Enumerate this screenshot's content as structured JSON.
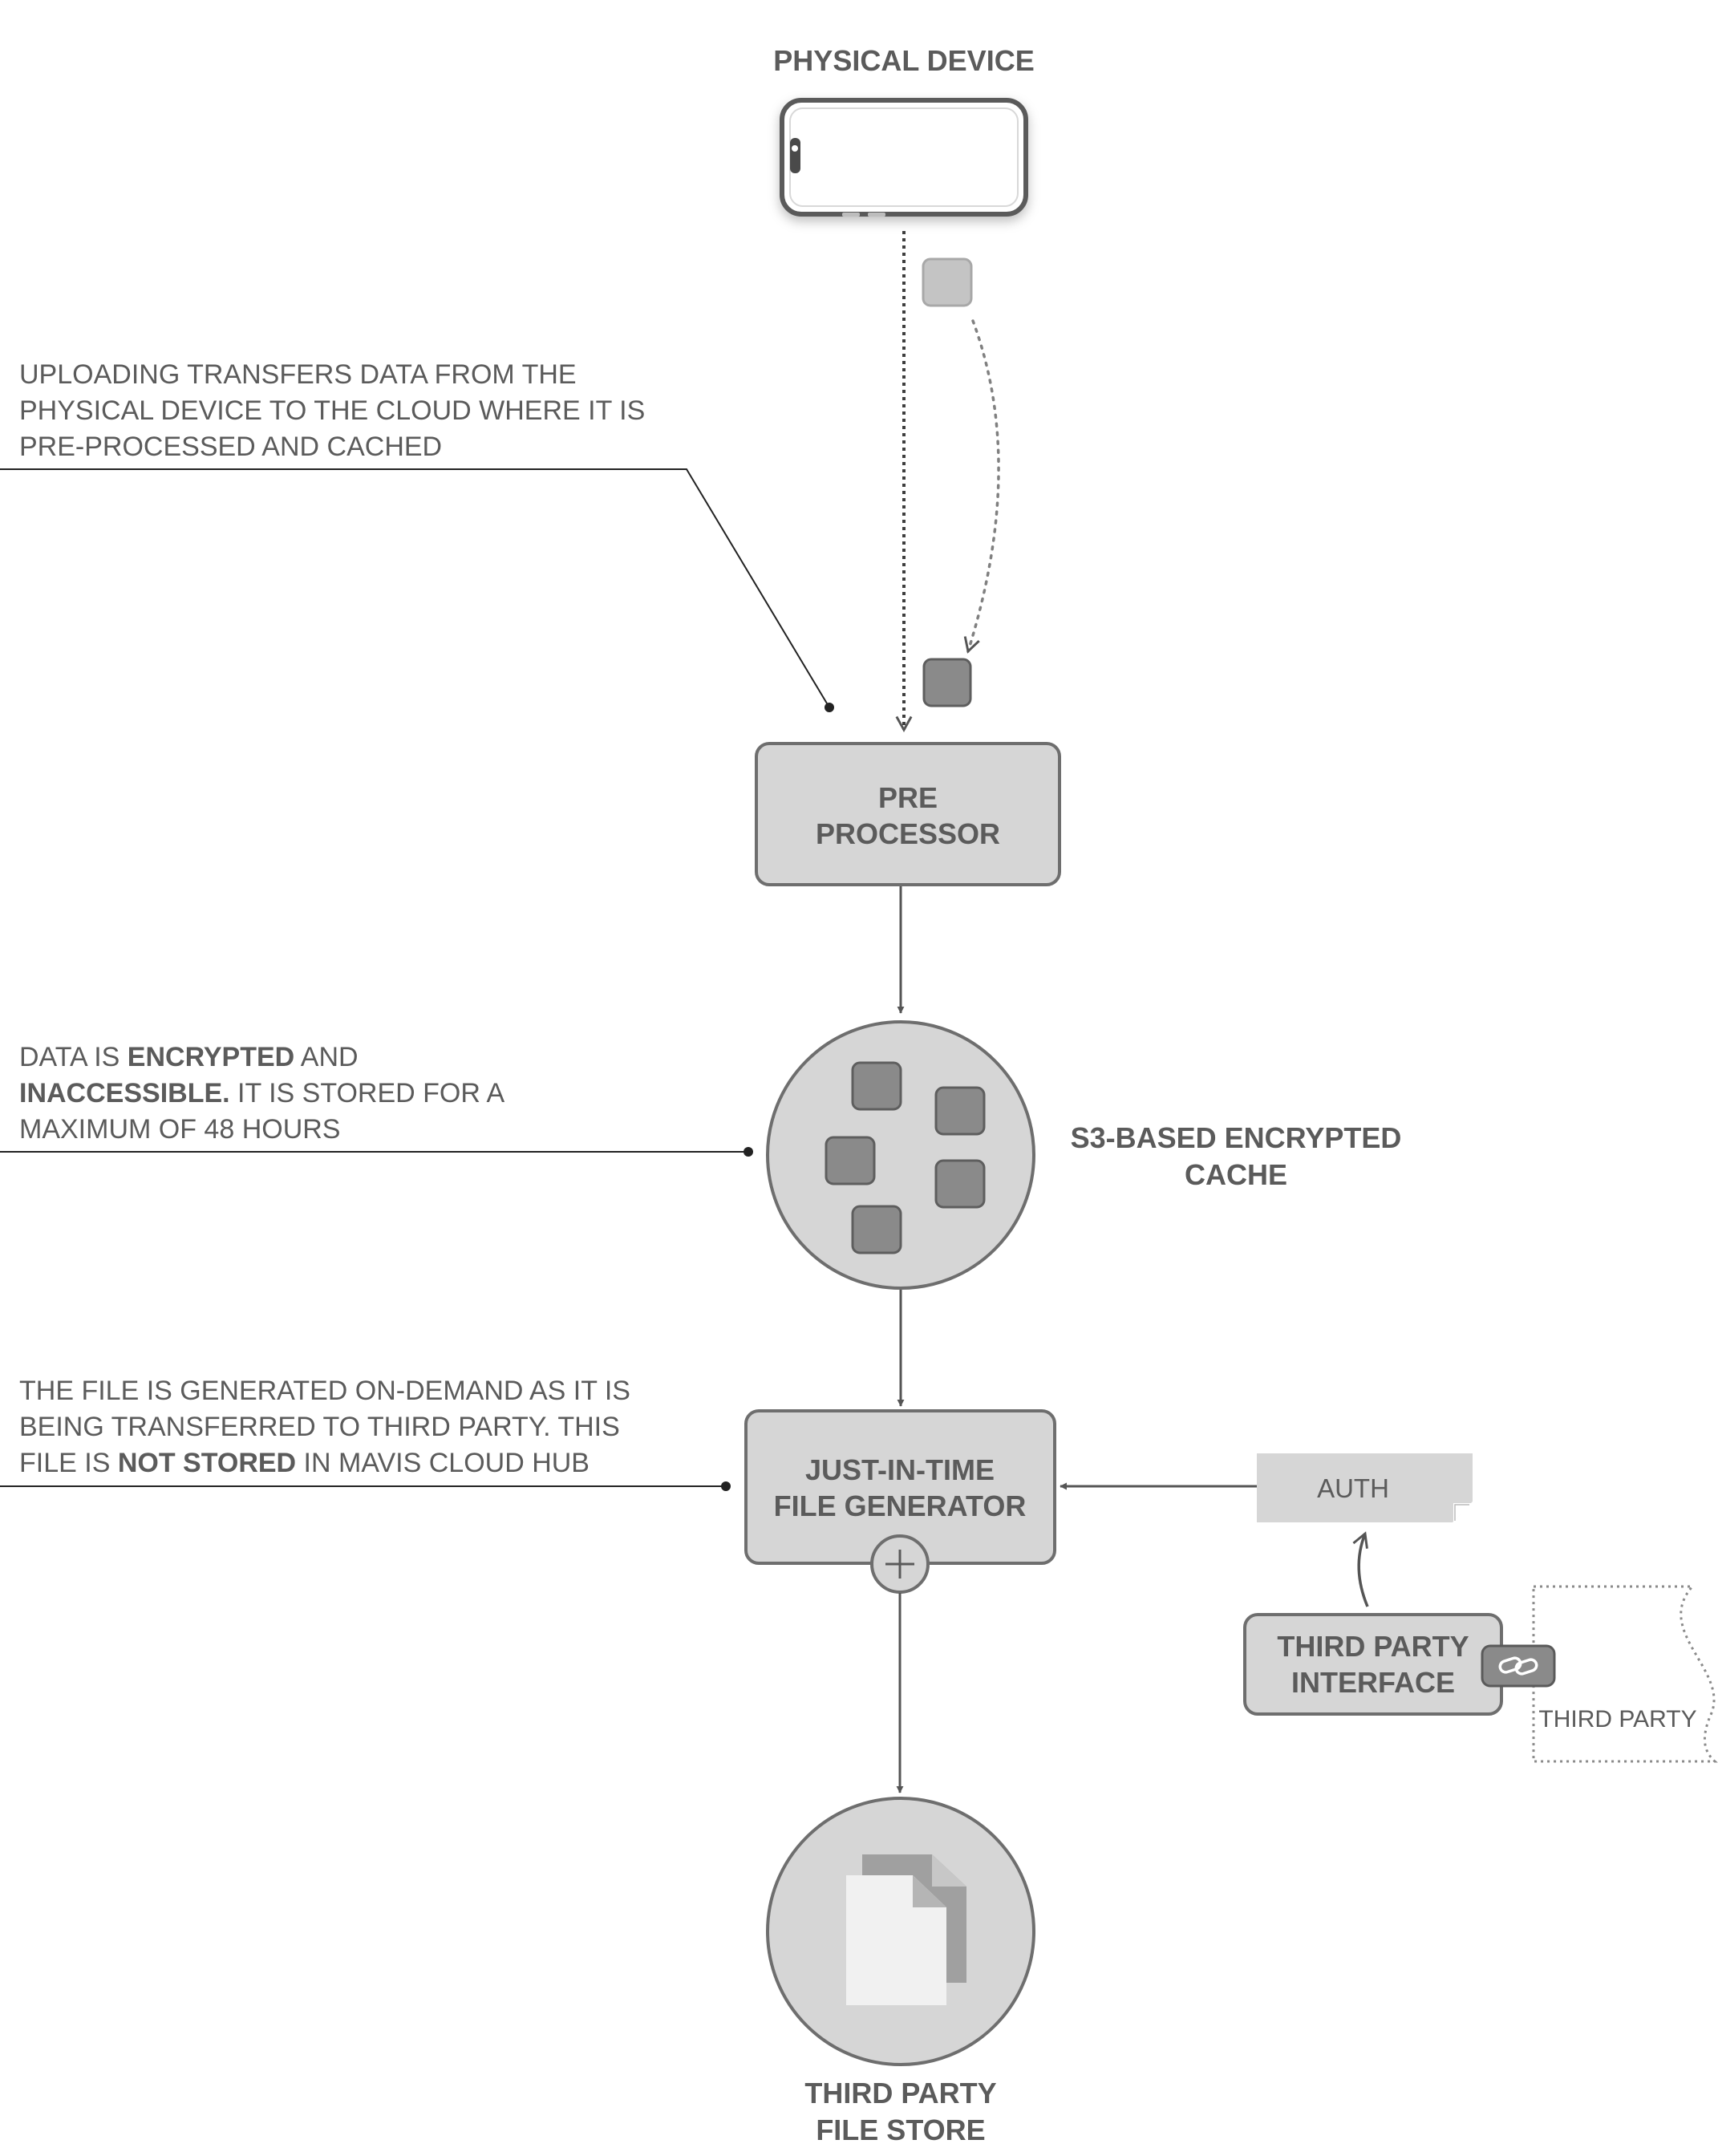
{
  "physical_device": {
    "label": "PHYSICAL DEVICE"
  },
  "notes": {
    "upload": {
      "line1": "UPLOADING TRANSFERS DATA FROM THE",
      "line2": "PHYSICAL DEVICE TO THE CLOUD WHERE IT IS",
      "line3": "PRE-PROCESSED AND CACHED"
    },
    "cache": {
      "l1_a": "DATA IS ",
      "l1_b": "ENCRYPTED",
      "l1_c": " AND",
      "l2_a": "INACCESSIBLE.",
      "l2_b": " IT IS STORED FOR A",
      "l3": "MAXIMUM OF 48 HOURS"
    },
    "generator": {
      "line1": "THE FILE IS GENERATED ON-DEMAND AS IT IS",
      "line2": "BEING TRANSFERRED TO THIRD PARTY. THIS",
      "l3_a": "FILE IS ",
      "l3_b": "NOT STORED",
      "l3_c": " IN MAVIS CLOUD HUB"
    }
  },
  "nodes": {
    "preprocessor": {
      "line1": "PRE",
      "line2": "PROCESSOR"
    },
    "cache": {
      "line1": "S3-BASED ENCRYPTED",
      "line2": "CACHE"
    },
    "generator": {
      "line1": "JUST-IN-TIME",
      "line2": "FILE GENERATOR"
    },
    "auth": {
      "label": "AUTH"
    },
    "third_party_interface": {
      "line1": "THIRD PARTY",
      "line2": "INTERFACE"
    },
    "third_party": {
      "label": "THIRD PARTY"
    },
    "file_store": {
      "line1": "THIRD PARTY",
      "line2": "FILE STORE"
    }
  },
  "icons": [
    "phone-icon",
    "data-packet-icon",
    "plus-icon",
    "link-icon",
    "documents-icon"
  ],
  "colors": {
    "text": "#5b5b5b",
    "box_fill": "#d6d6d6",
    "box_stroke": "#6e6e6e",
    "packet_dark": "#8a8a8a",
    "packet_light": "#c4c4c4",
    "line": "#555555"
  }
}
